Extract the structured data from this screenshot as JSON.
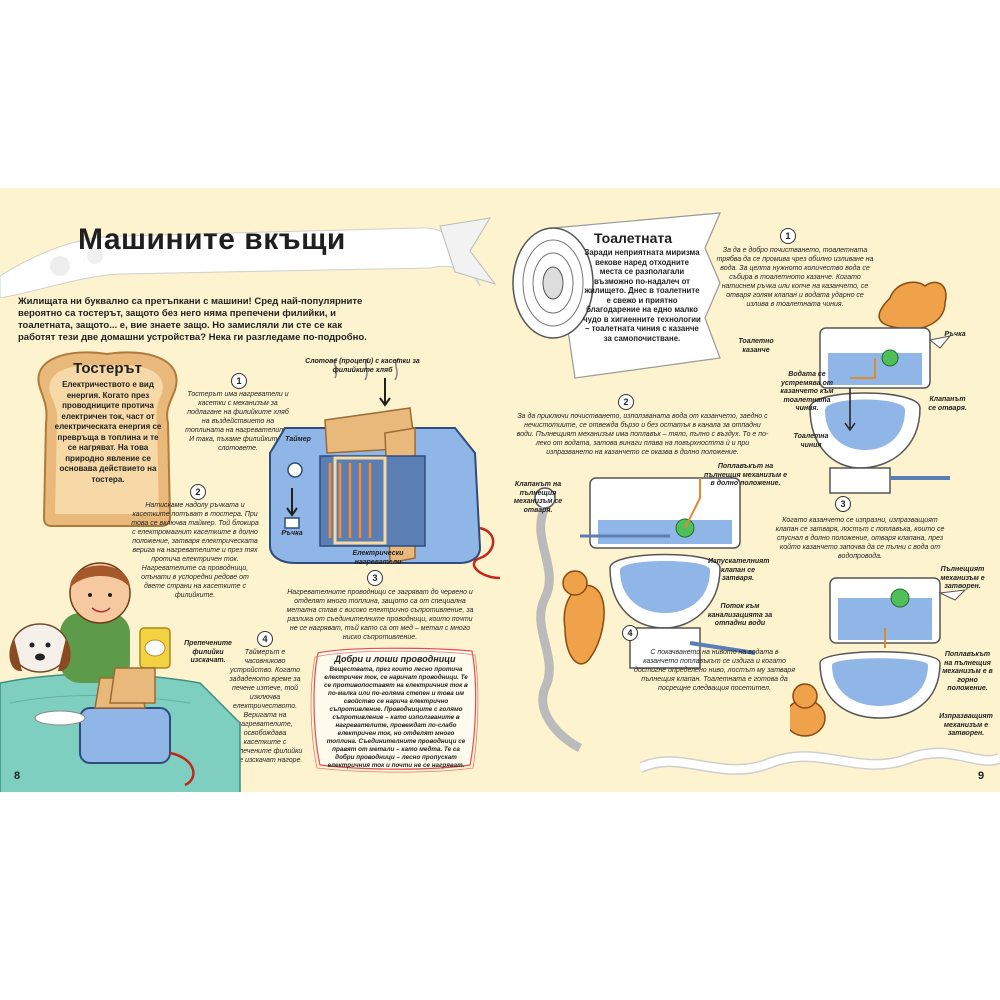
{
  "page_title": "Машините вкъщи",
  "intro": "Жилищата ни буквално са претъпкани с машини! Сред най-популярните вероятно са тостерът, защото без него няма препечени филийки, и тоалетната, защото... е, вие знаете защо. Но замисляли ли сте се как работят тези две домашни устройства? Нека ги разгледаме по-подробно.",
  "toaster": {
    "title": "Тостерът",
    "body": "Електричеството е вид енергия. Когато през проводниците протича електричен ток, част от електрическата енергия се превръща в топлина и те се нагряват. На това природно явление се основава действието на тостера.",
    "steps": [
      {
        "num": "1",
        "text": "Тостерът има нагреватели и касетки с механизъм за подлагане на филийките хляб на въздействието на топлината на нагревателите. И така, пъхаме филийките в слотовете."
      },
      {
        "num": "2",
        "text": "Натискаме надолу ръчката и касетките потъват в тостера. При това се включва таймер. Той блокира с електромагнит касетките в долно положение, затваря електрическата верига на нагревателите и през тях протича електричен ток. Нагревателите са проводници, опънати в успоредни редове от двете страни на касетките с филийките."
      },
      {
        "num": "3",
        "text": "Нагревателните проводници се загряват до червено и отделят много топлина, защото са от специална метална сплав с високо електрично съпротивление, за разлика от съединителните проводници, които почти не се нагряват, тъй като са от мед – метал с много ниско съпротивление."
      },
      {
        "num": "4",
        "text": "Таймерът е часовниково устройство. Когато зададеното време за печене изтече, той изключва електричеството. Веригата на нагревателите, освобождава касетките с препечените филийки и те изскачат нагоре."
      }
    ],
    "labels": {
      "slots": "Слотове (процепи) с касетки за филийките хляб",
      "timer": "Таймер",
      "handle": "Ръчка",
      "heaters": "Електрически нагреватели",
      "popped": "Препечените филийки изскачат."
    },
    "conductors": {
      "title": "Добри и лоши проводници",
      "body": "Веществата, през които лесно протича електричен ток, се наричат проводници. Те се противопоставят на електричния ток в по-малка или по-голяма степен и това им свойство се нарича електрично съпротивление. Проводниците с голямо съпротивление – като използваните в нагревателите, провеждат по-слабо електричен ток, но отделят много топлина. Съединителните проводници се правят от метали – като медта. Те са добри проводници – лесно пропускат електричния ток и почти не се нагряват."
    }
  },
  "toilet": {
    "title": "Тоалетната",
    "body": "Заради неприятната миризма векове наред отходните места се разполагали възможно по-надалеч от жилището. Днес в тоалетните е свежо и приятно благодарение на едно малко чудо в хигиенните технологии – тоалетната чиния с казанче за самопочистване.",
    "steps": [
      {
        "num": "1",
        "text": "За да е добро почистването, тоалетната трябва да се промива чрез обилно изливане на вода. За целта нужното количество вода се събира в тоалетното казанче. Когато натиснем ръчка или копче на казанчето, се отваря голям клапан и водата ударно се излива в тоалетната чиния."
      },
      {
        "num": "2",
        "text": "За да приключи почистването, използваната вода от казанчето, заедно с нечистотиите, се отвежда бързо и без остатък в канала за отпадни води. Пълнещият механизъм има поплавък – тяло, пълно с въздух. То е по-леко от водата, затова винаги плава на повърхността ѝ и при изпразването на казанчето се оказва в долно положение."
      },
      {
        "num": "3",
        "text": "Когато казанчето се изпразни, изпразващият клапан се затваря, лостът с поплавъка, които се спуснал в долно положение, отваря клапана, през който казанчето започва да се пълни с вода от водопровода."
      },
      {
        "num": "4",
        "text": "С покачването на нивото на водата в казанчето поплавъкът се издига и когато достигне определено ниво, лостът му затваря пълнещия клапан. Тоалетната е готова да посрещне следващия посетител."
      }
    ],
    "labels": {
      "handle": "Ръчка",
      "tank": "Тоалетно казанче",
      "water_rush": "Водата се устремява от казанчето към тоалетната чиния.",
      "valve_open": "Клапанът се отваря.",
      "bowl": "Тоалетна чиния",
      "fill_valve_open": "Клапанът на пълнещия механизъм се отваря.",
      "float_down": "Поплавъкът на пълнещия механизъм е в долно положение.",
      "drain_closes": "Изпускателният клапан се затваря.",
      "sewer": "Поток към канализацията за отпадни води",
      "fill_closed": "Пълнещият механизъм е затворен.",
      "float_up": "Поплавъкът на пълнещия механизъм е в горно положение.",
      "flush_closed": "Изпразващият механизъм е затворен."
    }
  },
  "page_left": "8",
  "page_right": "9",
  "colors": {
    "page": "#fdf3cf",
    "accent_blue": "#8fb6e6",
    "toast": "#e8b97a",
    "banner": "#ffffff",
    "float": "#4fbf5a",
    "pipe": "#e08a33"
  }
}
